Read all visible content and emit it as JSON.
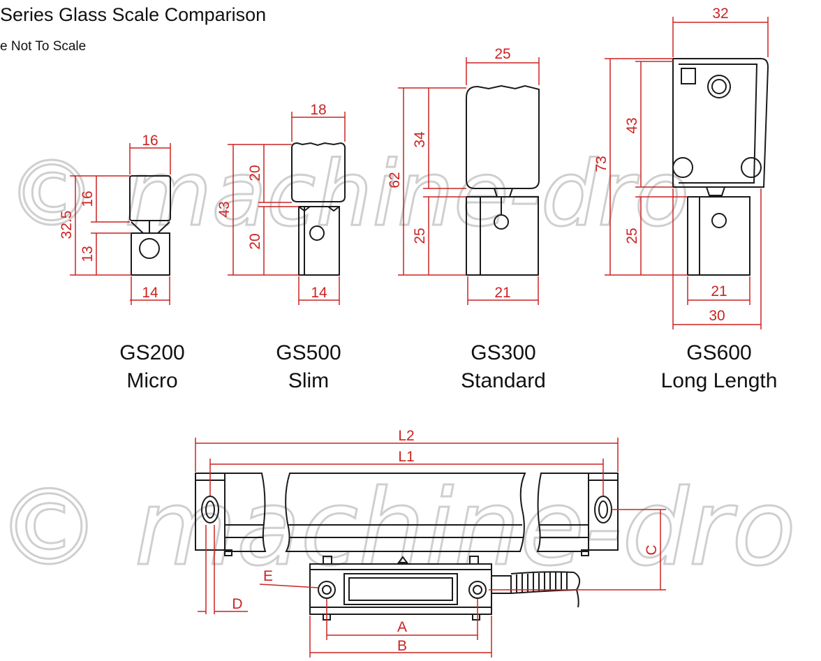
{
  "title": "Series Glass Scale Comparison",
  "subtitle": "e Not To Scale",
  "watermark": "© machine-dro",
  "colors": {
    "dimension": "#cc2222",
    "outline": "#1a1a1a",
    "watermark": "#cfcfcf"
  },
  "models": [
    {
      "name": "GS200",
      "desc": "Micro"
    },
    {
      "name": "GS500",
      "desc": "Slim"
    },
    {
      "name": "GS300",
      "desc": "Standard"
    },
    {
      "name": "GS600",
      "desc": "Long Length"
    }
  ],
  "dims": {
    "gs200": {
      "top_w": "16",
      "bot_w": "14",
      "upper_h": "16",
      "total_h": "32.5",
      "lower_h": "13"
    },
    "gs500": {
      "top_w": "18",
      "bot_w": "14",
      "upper_h": "20",
      "total_h": "43",
      "lower_h": "20"
    },
    "gs300": {
      "top_w": "25",
      "bot_w": "21",
      "upper_h": "34",
      "total_h": "62",
      "lower_h": "25"
    },
    "gs600": {
      "top_w": "32",
      "bot_w": "21",
      "overall_w": "30",
      "upper_h": "43",
      "total_h": "73",
      "lower_h": "25"
    }
  },
  "bottom": {
    "L2": "L2",
    "L1": "L1",
    "A": "A",
    "B": "B",
    "C": "C",
    "D": "D",
    "E": "E"
  }
}
